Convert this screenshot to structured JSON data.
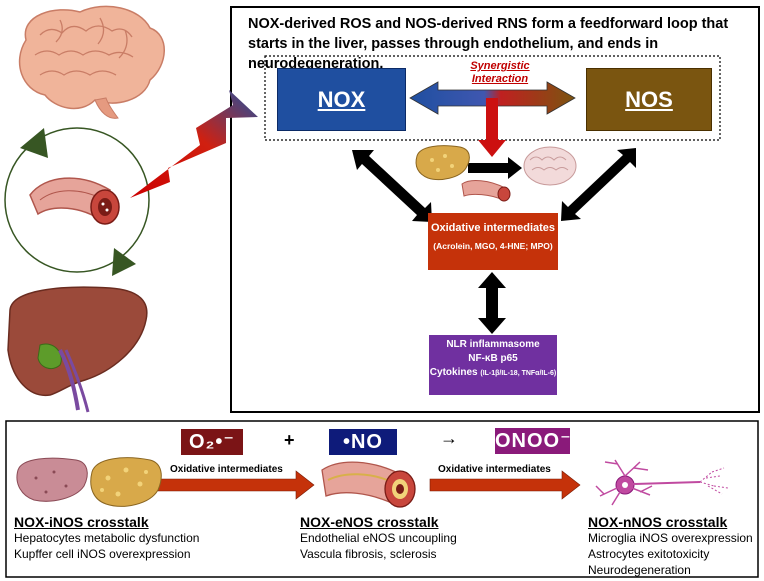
{
  "caption": "NOX-derived ROS and NOS-derived RNS form a feedforward loop that starts in the liver, passes through endothelium, and ends in neurodegeneration.",
  "top": {
    "nox_label": "NOX",
    "nos_label": "NOS",
    "synergy_line1": "Synergistic",
    "synergy_line2": "Interaction",
    "oxidative_title": "Oxidative intermediates",
    "oxidative_sub": "(Acrolein, MGO, 4-HNE; MPO)",
    "nlr_line1": "NLR inflammasome",
    "nlr_line2": "NF-κB p65",
    "nlr_line3": "Cytokines",
    "nlr_line3_small": "(IL-1β/IL-18, TNFα/IL-6)"
  },
  "bottom": {
    "chem1": "O₂•⁻",
    "plus": "+",
    "chem2": "•NO",
    "arrow": "→",
    "chem3": "ONOO⁻",
    "oxidative_label_1": "Oxidative intermediates",
    "oxidative_label_2": "Oxidative intermediates",
    "crosstalks": [
      {
        "title": "NOX-iNOS crosstalk",
        "lines": [
          "Hepatocytes metabolic dysfunction",
          "Kupffer cell iNOS overexpression"
        ]
      },
      {
        "title": "NOX-eNOS crosstalk",
        "lines": [
          "Endothelial eNOS uncoupling",
          "Vascula fibrosis, sclerosis"
        ]
      },
      {
        "title": "NOX-nNOS crosstalk",
        "lines": [
          "Microglia iNOS overexpression",
          "Astrocytes exitotoxicity",
          "Neurodegeneration"
        ]
      }
    ]
  },
  "colors": {
    "nox": "#1f4fa0",
    "nos": "#7a5510",
    "oxidative": "#c5320a",
    "nlr": "#7030a0",
    "synergy_text": "#c00000",
    "loop_arrow": "#375623",
    "red_arrow": "#c00000"
  },
  "icons": [
    "brain-icon",
    "blood-vessel-icon",
    "liver-icon",
    "fatty-liver-icon",
    "neuron-icon"
  ]
}
